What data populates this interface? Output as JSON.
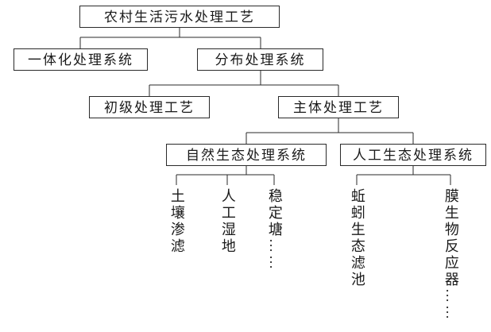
{
  "diagram": {
    "title": "农村生活污水处理工艺",
    "colors": {
      "background": "#ffffff",
      "line": "#2a2a2a",
      "text": "#1a1a1a"
    },
    "nodes": {
      "root": "农村生活污水处理工艺",
      "integrated_system": "一体化处理系统",
      "distributed_system": "分布处理系统",
      "primary_process": "初级处理工艺",
      "main_process": "主体处理工艺",
      "natural_eco_system": "自然生态处理系统",
      "artificial_eco_system": "人工生态处理系统",
      "soil_infiltration": "土壤渗滤",
      "constructed_wetland": "人工湿地",
      "stabilization_pond": "稳定塘……",
      "earthworm_filter": "蚯蚓生态滤池",
      "membrane_bioreactor": "膜生物反应器……"
    },
    "edges": [
      [
        "农村生活污水处理工艺",
        "一体化处理系统"
      ],
      [
        "农村生活污水处理工艺",
        "分布处理系统"
      ],
      [
        "分布处理系统",
        "初级处理工艺"
      ],
      [
        "分布处理系统",
        "主体处理工艺"
      ],
      [
        "主体处理工艺",
        "自然生态处理系统"
      ],
      [
        "主体处理工艺",
        "人工生态处理系统"
      ],
      [
        "自然生态处理系统",
        "土壤渗滤"
      ],
      [
        "自然生态处理系统",
        "人工湿地"
      ],
      [
        "自然生态处理系统",
        "稳定塘……"
      ],
      [
        "人工生态处理系统",
        "蚯蚓生态滤池"
      ],
      [
        "人工生态处理系统",
        "膜生物反应器……"
      ]
    ]
  }
}
